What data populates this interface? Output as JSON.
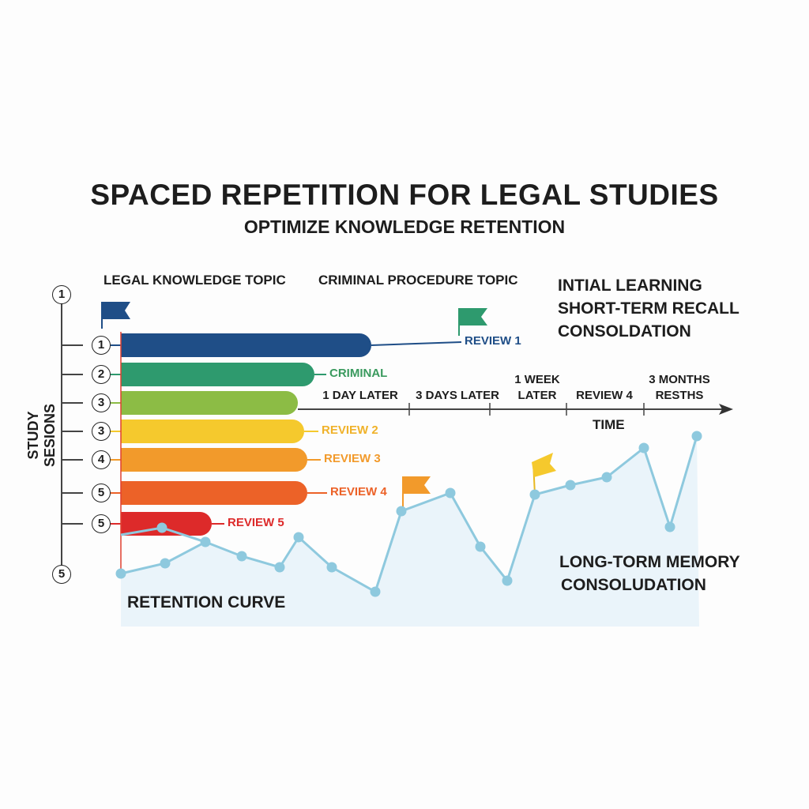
{
  "title": "SPACED REPETITION FOR LEGAL STUDIES",
  "subtitle": "OPTIMIZE KNOWLEDGE RETENTION",
  "topics": {
    "legal": "LEGAL KNOWLEDGE TOPIC",
    "criminal": "CRIMINAL PROCEDURE TOPIC"
  },
  "phases": [
    "INTIAL LEARNING",
    "SHORT-TERM RECALL",
    "CONSOLDATION"
  ],
  "y_axis": {
    "label": "STUDY SESIONS",
    "top": "1",
    "bottom": "5"
  },
  "sessions": [
    {
      "num": "1",
      "label": "REVIEW 1",
      "color": "#1f4e87"
    },
    {
      "num": "2",
      "label": "CRIMINAL",
      "color": "#2e9a6e"
    },
    {
      "num": "3",
      "label": "",
      "color": "#8cbc45"
    },
    {
      "num": "3",
      "label": "REVIEW 2",
      "color": "#f5c92d"
    },
    {
      "num": "4",
      "label": "REVIEW 3",
      "color": "#f29a2b"
    },
    {
      "num": "5",
      "label": "REVIEW 4",
      "color": "#ec6228"
    },
    {
      "num": "5",
      "label": "REVIEW 5",
      "color": "#dd2a2a"
    }
  ],
  "time_axis": {
    "label": "TIME",
    "ticks": [
      "1 DAY LATER",
      "3 DAYS LATER",
      "1 WEEK\nLATER",
      "REVIEW 4",
      "3 MONTHS\nRESTHS"
    ]
  },
  "retention_label": "RETENTION CURVE",
  "longterm": [
    "LONG-TORM MEMORY",
    "CONSOLUDATION"
  ],
  "curve_color": "#8ec9de"
}
